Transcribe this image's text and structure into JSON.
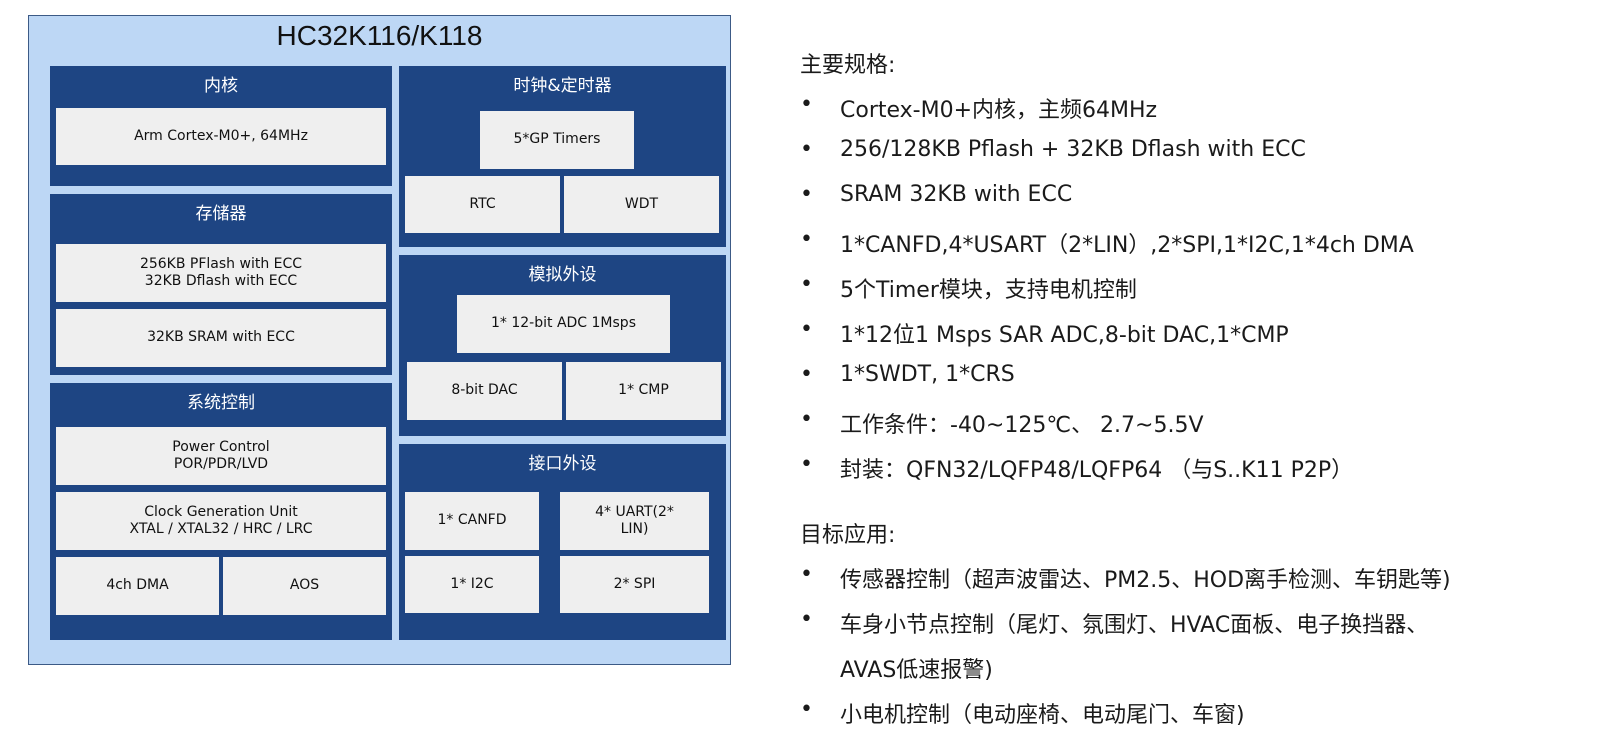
{
  "diagram": {
    "title": "HC32K116/K118",
    "core": {
      "title": "内核",
      "cells": [
        "Arm Cortex-M0+, 64MHz"
      ]
    },
    "memory": {
      "title": "存储器",
      "cells": [
        "256KB PFlash with ECC\n32KB Dflash with ECC",
        "32KB SRAM with ECC"
      ]
    },
    "system": {
      "title": "系统控制",
      "cells": [
        "Power Control\nPOR/PDR/LVD",
        "Clock Generation Unit\nXTAL / XTAL32 / HRC / LRC",
        "4ch DMA",
        "AOS"
      ]
    },
    "clock": {
      "title": "时钟&定时器",
      "cells": [
        "5*GP Timers",
        "RTC",
        "WDT"
      ]
    },
    "analog": {
      "title": "模拟外设",
      "cells": [
        "1* 12-bit ADC 1Msps",
        "8-bit DAC",
        "1* CMP"
      ]
    },
    "interface": {
      "title": "接口外设",
      "cells": [
        "1* CANFD",
        "4* UART(2*\nLIN)",
        "1* I2C",
        "2* SPI"
      ]
    }
  },
  "specs": {
    "heading": "主要规格:",
    "items": [
      "Cortex-M0+内核，主频64MHz",
      "256/128KB Pflash + 32KB Dflash with ECC",
      "SRAM 32KB with ECC",
      "1*CANFD,4*USART（2*LIN）,2*SPI,1*I2C,1*4ch DMA",
      "5个Timer模块，支持电机控制",
      "1*12位1 Msps SAR ADC,8-bit DAC,1*CMP",
      "1*SWDT, 1*CRS",
      "工作条件：-40~125℃、 2.7~5.5V",
      "封装：QFN32/LQFP48/LQFP64 （与S..K11 P2P）"
    ]
  },
  "applications": {
    "heading": "目标应用:",
    "items": [
      "传感器控制（超声波雷达、PM2.5、HOD离手检测、车钥匙等)",
      "车身小节点控制（尾灯、氛围灯、HVAC面板、电子换挡器、",
      "AVAS低速报警)",
      "小电机控制（电动座椅、电动尾门、车窗)"
    ]
  },
  "bullet_symbol": "•",
  "colors": {
    "panel": "#1e4583",
    "background": "#bdd7f5",
    "cell": "#efefef"
  }
}
